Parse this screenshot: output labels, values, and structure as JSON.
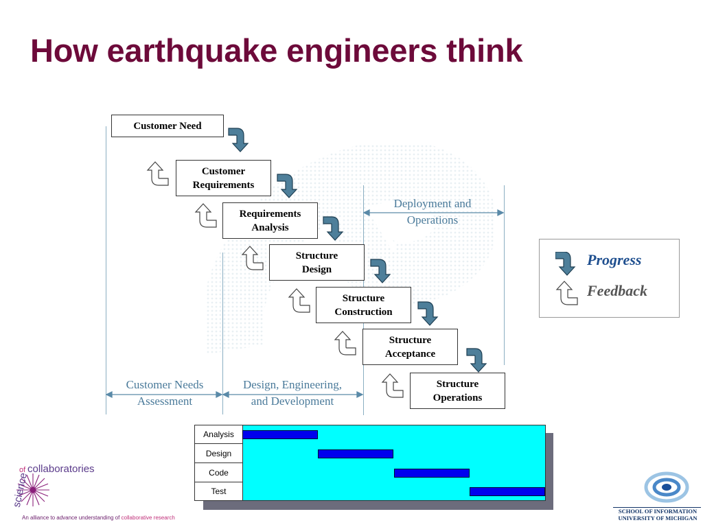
{
  "title": "How earthquake engineers think",
  "stages": [
    {
      "id": "customer-need",
      "lines": [
        "Customer Need"
      ]
    },
    {
      "id": "customer-requirements",
      "lines": [
        "Customer",
        "Requirements"
      ]
    },
    {
      "id": "requirements-analysis",
      "lines": [
        "Requirements",
        "Analysis"
      ]
    },
    {
      "id": "structure-design",
      "lines": [
        "Structure",
        "Design"
      ]
    },
    {
      "id": "structure-construction",
      "lines": [
        "Structure",
        "Construction"
      ]
    },
    {
      "id": "structure-acceptance",
      "lines": [
        "Structure",
        "Acceptance"
      ]
    },
    {
      "id": "structure-operations",
      "lines": [
        "Structure",
        "Operations"
      ]
    }
  ],
  "phases": {
    "customer_needs": [
      "Customer Needs",
      "Assessment"
    ],
    "design_engineering": [
      "Design, Engineering,",
      "and Development"
    ],
    "deployment": [
      "Deployment and",
      "Operations"
    ]
  },
  "legend": {
    "progress": "Progress",
    "feedback": "Feedback",
    "progress_color": "#1f4f8f",
    "feedback_color": "#555555"
  },
  "gantt": {
    "tasks": [
      "Analysis",
      "Design",
      "Code",
      "Test"
    ],
    "schedule_fraction": [
      [
        0.0,
        0.25
      ],
      [
        0.25,
        0.5
      ],
      [
        0.5,
        0.75
      ],
      [
        0.75,
        1.0
      ]
    ],
    "fill_color": "#00ffff",
    "bar_color": "#0000ee"
  },
  "logos": {
    "soc_word_science": "science",
    "soc_word_of": "of",
    "soc_word_collaboratories": "collaboratories",
    "soc_tagline_prefix": "An alliance to advance understanding of ",
    "soc_tagline_highlight": "collaborative research",
    "um_line1": "SCHOOL OF INFORMATION",
    "um_line2": "UNIVERSITY OF MICHIGAN"
  },
  "colors": {
    "title": "#6d0a3a",
    "progress_arrow": "#4e7f9a",
    "phase_text": "#4a7a9a"
  }
}
